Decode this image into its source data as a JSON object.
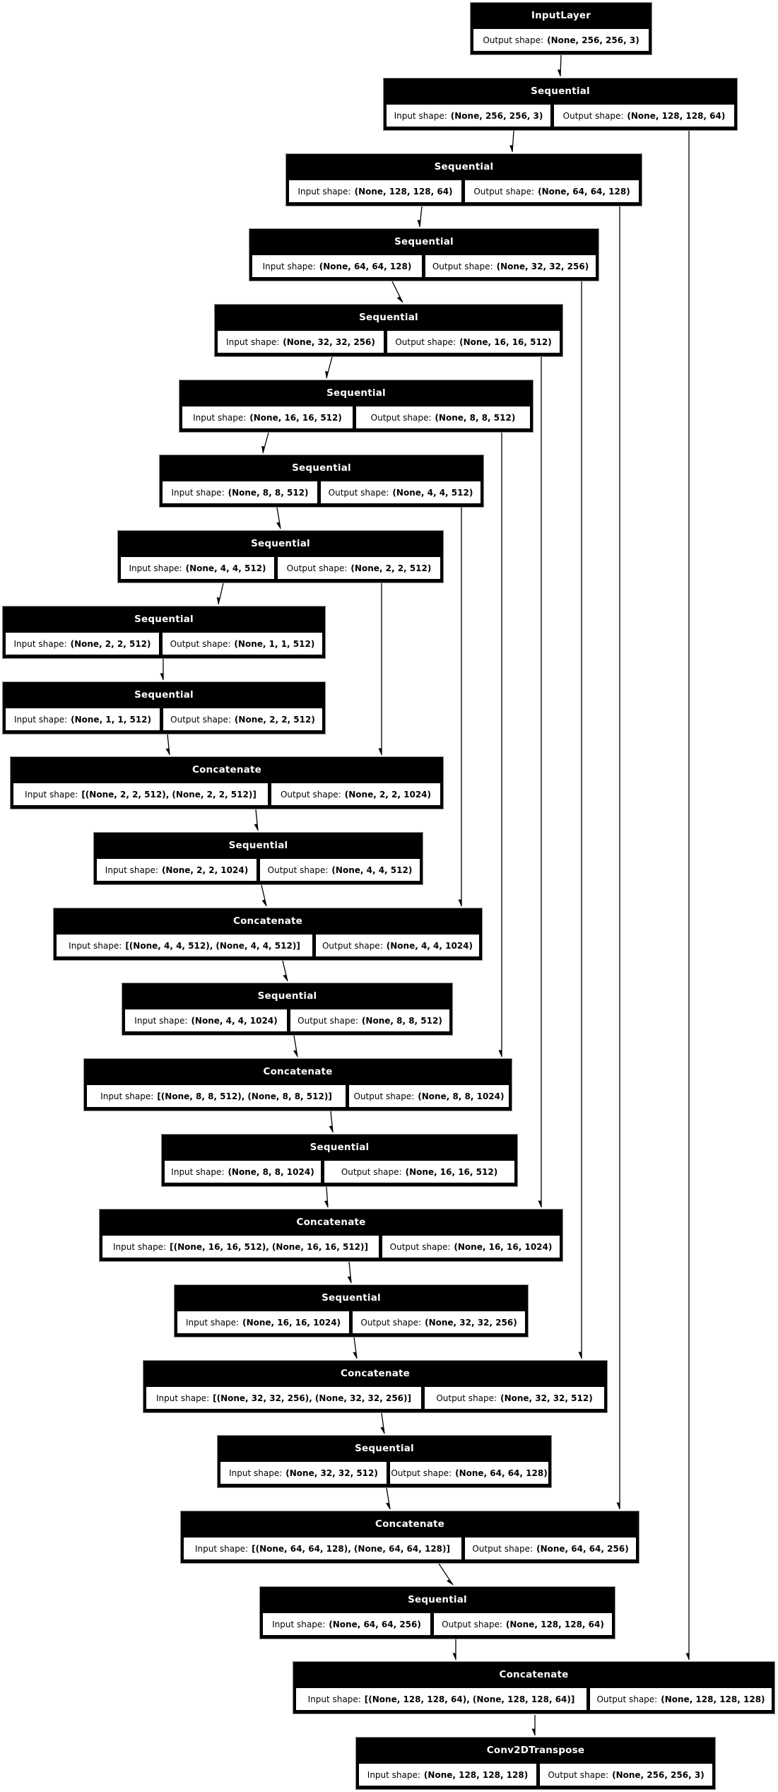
{
  "diagram": {
    "title": "Keras model architecture graph (U-Net style encoder-decoder)",
    "input_label": "Input shape:",
    "output_label": "Output shape:",
    "colors": {
      "node_fill": "#000000",
      "node_text": "#ffffff",
      "cell_fill": "#ffffff",
      "cell_text": "#000000",
      "edge": "#000000",
      "background": "#ffffff"
    },
    "nodes": [
      {
        "type": "InputLayer",
        "input": null,
        "output": "(None, 256, 256, 3)"
      },
      {
        "type": "Sequential",
        "input": "(None, 256, 256, 3)",
        "output": "(None, 128, 128, 64)"
      },
      {
        "type": "Sequential",
        "input": "(None, 128, 128, 64)",
        "output": "(None, 64, 64, 128)"
      },
      {
        "type": "Sequential",
        "input": "(None, 64, 64, 128)",
        "output": "(None, 32, 32, 256)"
      },
      {
        "type": "Sequential",
        "input": "(None, 32, 32, 256)",
        "output": "(None, 16, 16, 512)"
      },
      {
        "type": "Sequential",
        "input": "(None, 16, 16, 512)",
        "output": "(None, 8, 8, 512)"
      },
      {
        "type": "Sequential",
        "input": "(None, 8, 8, 512)",
        "output": "(None, 4, 4, 512)"
      },
      {
        "type": "Sequential",
        "input": "(None, 4, 4, 512)",
        "output": "(None, 2, 2, 512)"
      },
      {
        "type": "Sequential",
        "input": "(None, 2, 2, 512)",
        "output": "(None, 1, 1, 512)"
      },
      {
        "type": "Sequential",
        "input": "(None, 1, 1, 512)",
        "output": "(None, 2, 2, 512)"
      },
      {
        "type": "Concatenate",
        "input": "[(None, 2, 2, 512), (None, 2, 2, 512)]",
        "output": "(None, 2, 2, 1024)"
      },
      {
        "type": "Sequential",
        "input": "(None, 2, 2, 1024)",
        "output": "(None, 4, 4, 512)"
      },
      {
        "type": "Concatenate",
        "input": "[(None, 4, 4, 512), (None, 4, 4, 512)]",
        "output": "(None, 4, 4, 1024)"
      },
      {
        "type": "Sequential",
        "input": "(None, 4, 4, 1024)",
        "output": "(None, 8, 8, 512)"
      },
      {
        "type": "Concatenate",
        "input": "[(None, 8, 8, 512), (None, 8, 8, 512)]",
        "output": "(None, 8, 8, 1024)"
      },
      {
        "type": "Sequential",
        "input": "(None, 8, 8, 1024)",
        "output": "(None, 16, 16, 512)"
      },
      {
        "type": "Concatenate",
        "input": "[(None, 16, 16, 512), (None, 16, 16, 512)]",
        "output": "(None, 16, 16, 1024)"
      },
      {
        "type": "Sequential",
        "input": "(None, 16, 16, 1024)",
        "output": "(None, 32, 32, 256)"
      },
      {
        "type": "Concatenate",
        "input": "[(None, 32, 32, 256), (None, 32, 32, 256)]",
        "output": "(None, 32, 32, 512)"
      },
      {
        "type": "Sequential",
        "input": "(None, 32, 32, 512)",
        "output": "(None, 64, 64, 128)"
      },
      {
        "type": "Concatenate",
        "input": "[(None, 64, 64, 128), (None, 64, 64, 128)]",
        "output": "(None, 64, 64, 256)"
      },
      {
        "type": "Sequential",
        "input": "(None, 64, 64, 256)",
        "output": "(None, 128, 128, 64)"
      },
      {
        "type": "Concatenate",
        "input": "[(None, 128, 128, 64), (None, 128, 128, 64)]",
        "output": "(None, 128, 128, 128)"
      },
      {
        "type": "Conv2DTranspose",
        "input": "(None, 128, 128, 128)",
        "output": "(None, 256, 256, 3)"
      }
    ]
  }
}
